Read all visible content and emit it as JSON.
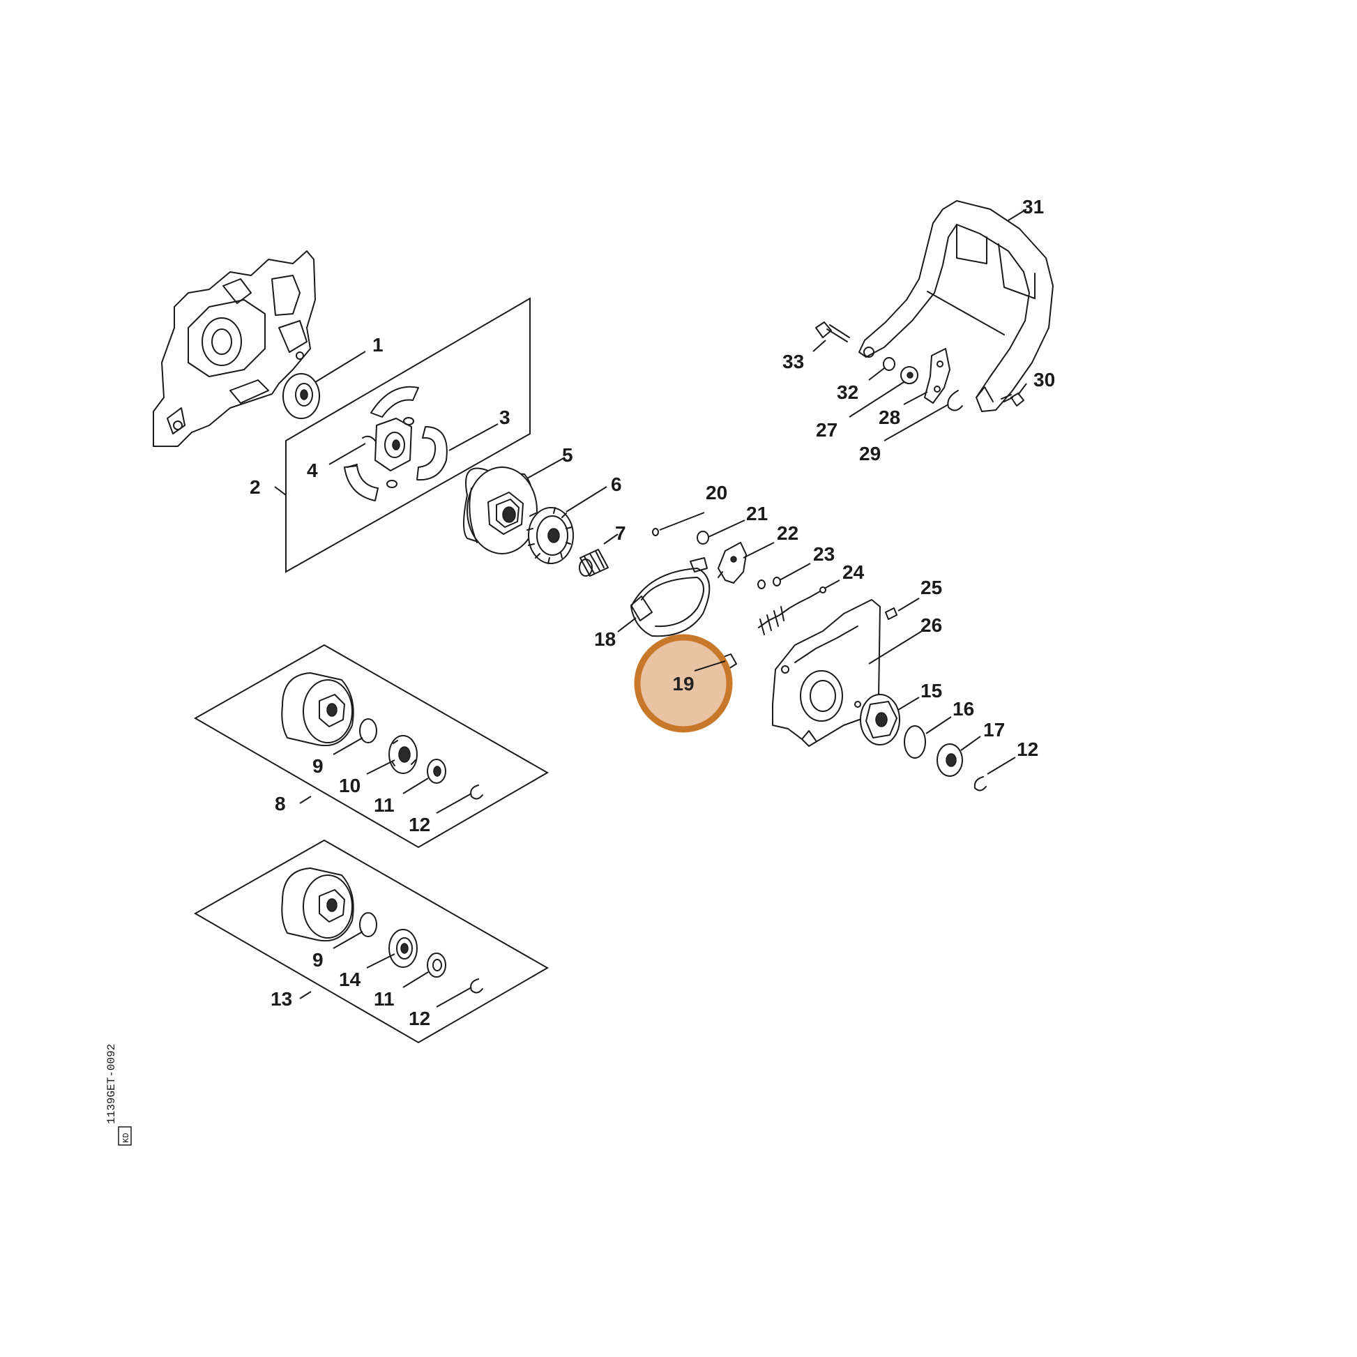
{
  "diagram": {
    "callouts": [
      {
        "id": "c1",
        "label": "1"
      },
      {
        "id": "c2",
        "label": "2"
      },
      {
        "id": "c3",
        "label": "3"
      },
      {
        "id": "c4",
        "label": "4"
      },
      {
        "id": "c5",
        "label": "5"
      },
      {
        "id": "c6",
        "label": "6"
      },
      {
        "id": "c7",
        "label": "7"
      },
      {
        "id": "c8",
        "label": "8"
      },
      {
        "id": "c9a",
        "label": "9"
      },
      {
        "id": "c10",
        "label": "10"
      },
      {
        "id": "c11a",
        "label": "11"
      },
      {
        "id": "c12a",
        "label": "12"
      },
      {
        "id": "c13",
        "label": "13"
      },
      {
        "id": "c9b",
        "label": "9"
      },
      {
        "id": "c14",
        "label": "14"
      },
      {
        "id": "c11b",
        "label": "11"
      },
      {
        "id": "c12b",
        "label": "12"
      },
      {
        "id": "c15",
        "label": "15"
      },
      {
        "id": "c16",
        "label": "16"
      },
      {
        "id": "c17",
        "label": "17"
      },
      {
        "id": "c12c",
        "label": "12"
      },
      {
        "id": "c18",
        "label": "18"
      },
      {
        "id": "c20",
        "label": "20"
      },
      {
        "id": "c21",
        "label": "21"
      },
      {
        "id": "c22",
        "label": "22"
      },
      {
        "id": "c23",
        "label": "23"
      },
      {
        "id": "c24",
        "label": "24"
      },
      {
        "id": "c25",
        "label": "25"
      },
      {
        "id": "c26",
        "label": "26"
      },
      {
        "id": "c27",
        "label": "27"
      },
      {
        "id": "c28",
        "label": "28"
      },
      {
        "id": "c29",
        "label": "29"
      },
      {
        "id": "c30",
        "label": "30"
      },
      {
        "id": "c31",
        "label": "31"
      },
      {
        "id": "c32",
        "label": "32"
      },
      {
        "id": "c33",
        "label": "33"
      }
    ],
    "highlight": {
      "label": "19",
      "fill": "#e8c4a4",
      "stroke": "#c8782a"
    },
    "reference_code": "1139GET-0092",
    "reference_badge": "KD"
  }
}
